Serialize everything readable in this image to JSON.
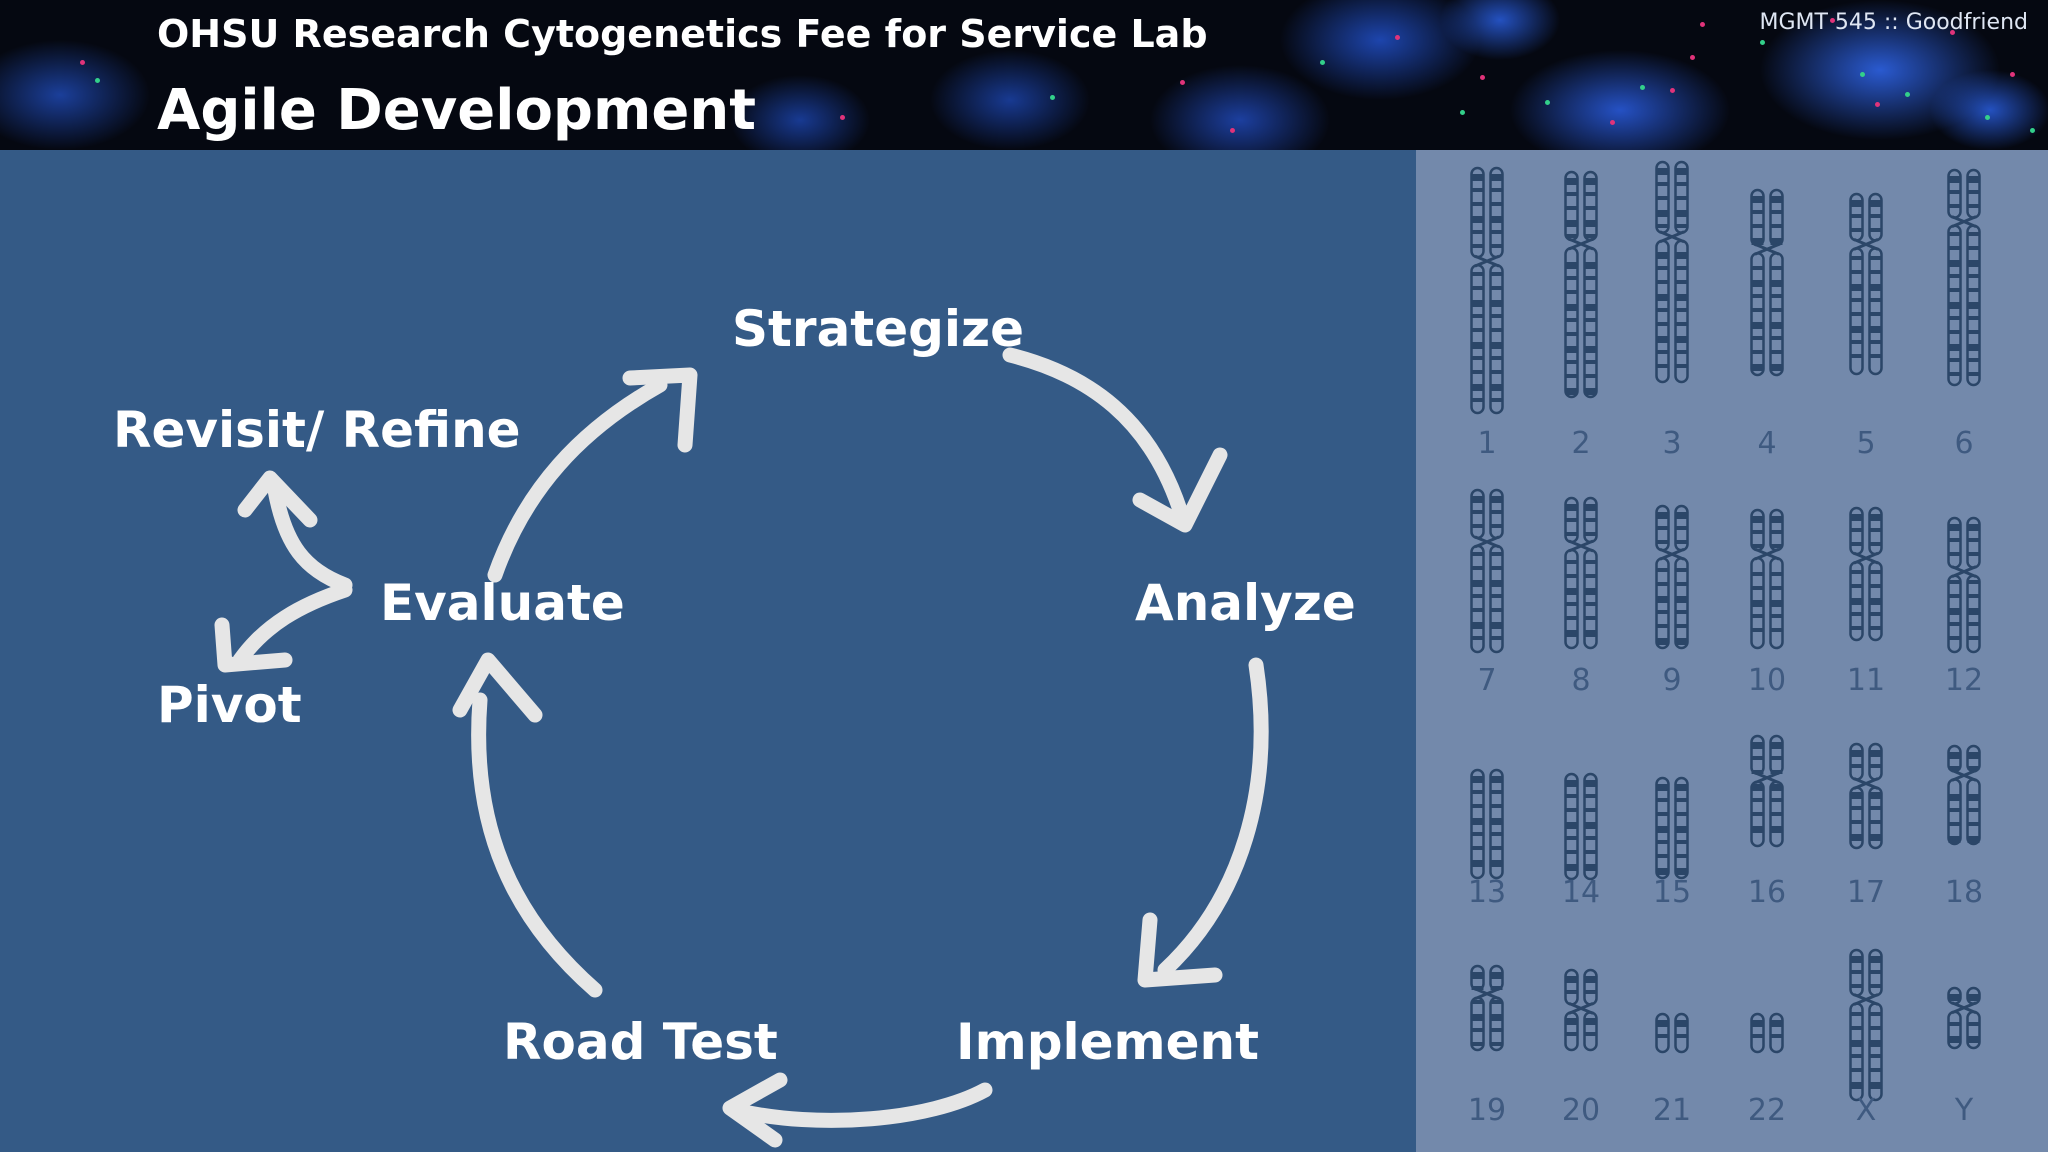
{
  "header": {
    "org_title": "OHSU Research Cytogenetics Fee for Service Lab",
    "slide_title": "Agile Development",
    "course_label": "MGMT 545 :: Goodfriend"
  },
  "diagram": {
    "stages": {
      "strategize": "Strategize",
      "analyze": "Analyze",
      "implement": "Implement",
      "road_test": "Road Test",
      "evaluate": "Evaluate"
    },
    "branches": {
      "revisit_refine": "Revisit/ Refine",
      "pivot": "Pivot"
    }
  },
  "karyotype": {
    "chromosome_labels": [
      "1",
      "2",
      "3",
      "4",
      "5",
      "6",
      "7",
      "8",
      "9",
      "10",
      "11",
      "12",
      "13",
      "14",
      "15",
      "16",
      "17",
      "18",
      "19",
      "20",
      "21",
      "22",
      "X",
      "Y"
    ]
  },
  "colors": {
    "background": "#345a86",
    "arrow": "#e6e6e6",
    "karyotype_panel": "#7389ab",
    "chromosome": "#2b4668"
  }
}
